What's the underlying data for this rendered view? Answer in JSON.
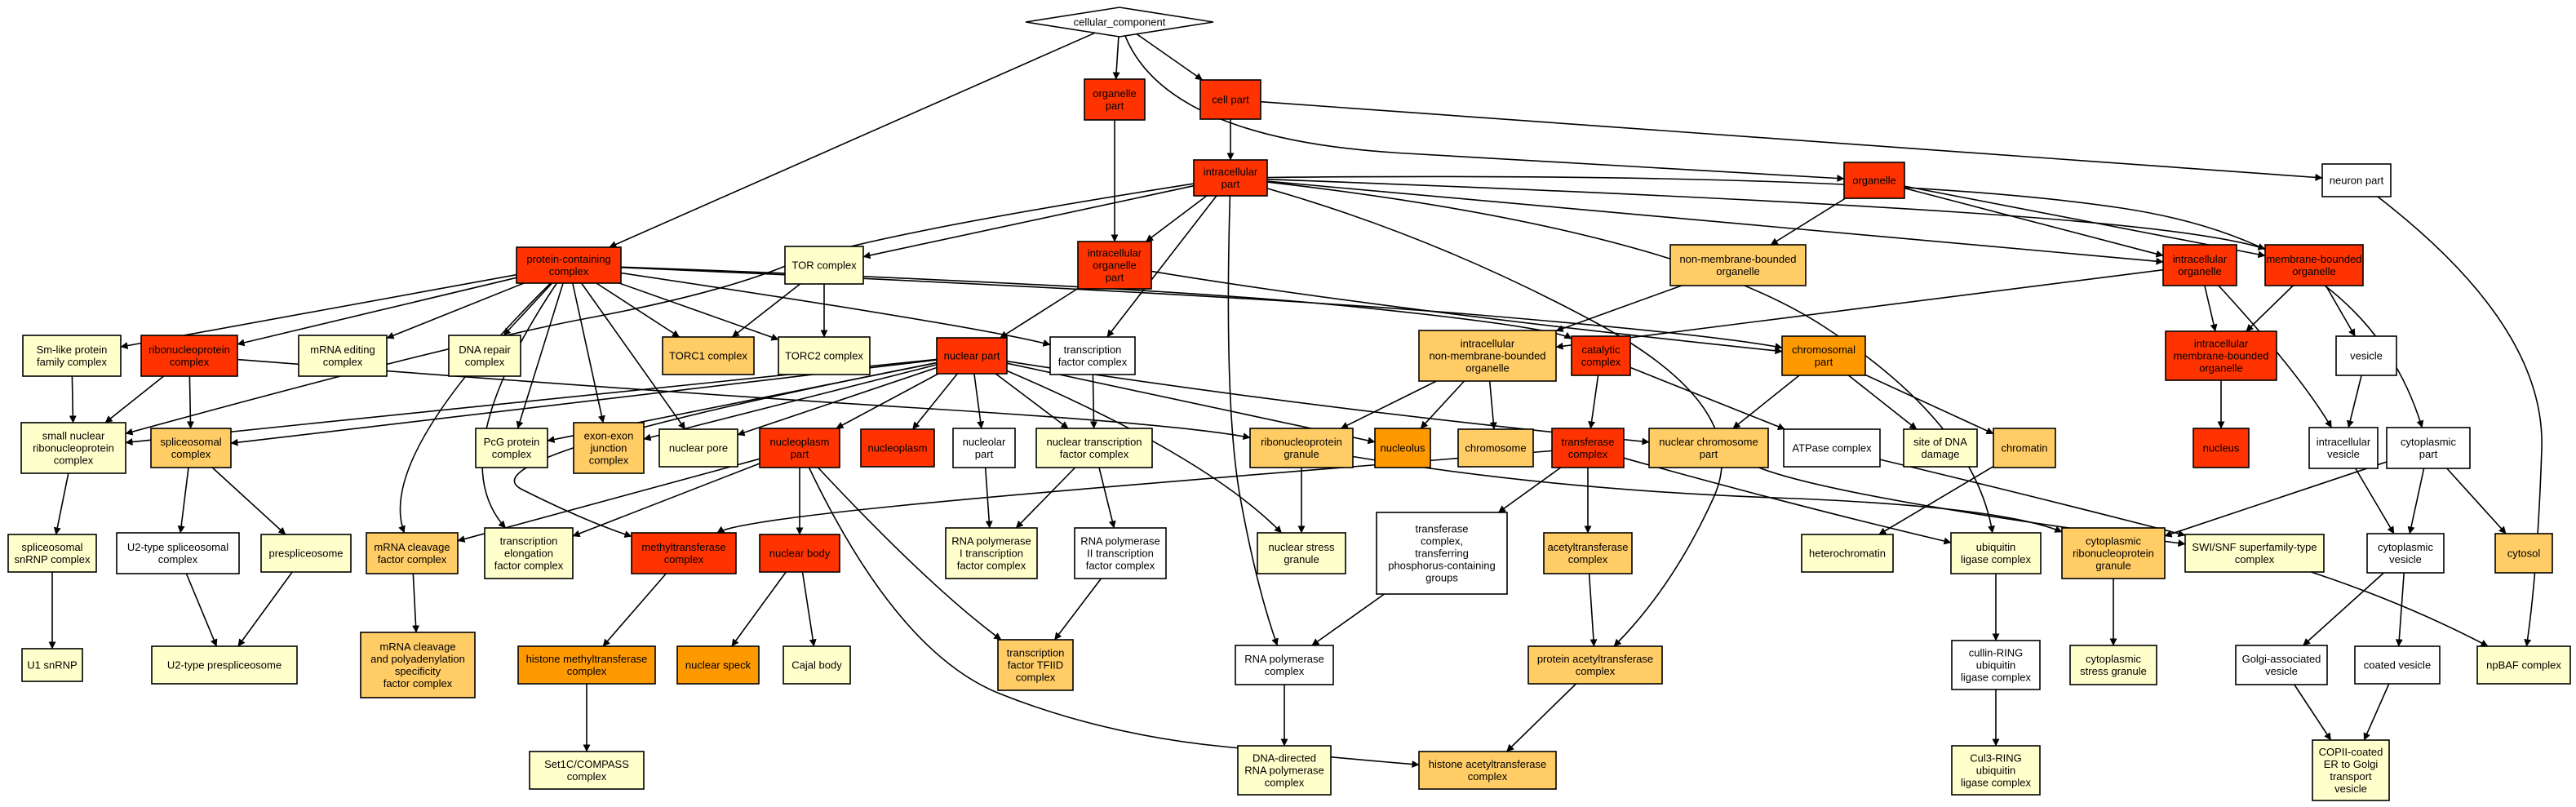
{
  "colors": {
    "red": "#ff3300",
    "orange": "#ff9900",
    "light_orange": "#ffcc66",
    "pale_yellow": "#ffffcc",
    "white": "#ffffff",
    "edge": "#000000"
  },
  "nodes": [
    {
      "id": "cellular_component",
      "lines": [
        "cellular_component"
      ],
      "shape": "diamond",
      "color": "white"
    },
    {
      "id": "organelle_part",
      "lines": [
        "organelle",
        "part"
      ],
      "color": "red"
    },
    {
      "id": "cell_part",
      "lines": [
        "cell part"
      ],
      "color": "red"
    },
    {
      "id": "intracellular_part",
      "lines": [
        "intracellular",
        "part"
      ],
      "color": "red"
    },
    {
      "id": "organelle",
      "lines": [
        "organelle"
      ],
      "color": "red"
    },
    {
      "id": "neuron_part",
      "lines": [
        "neuron part"
      ],
      "color": "white"
    },
    {
      "id": "protein_containing_complex",
      "lines": [
        "protein-containing",
        "complex"
      ],
      "color": "red"
    },
    {
      "id": "tor_complex",
      "lines": [
        "TOR complex"
      ],
      "color": "pale_yellow"
    },
    {
      "id": "intracellular_organelle_part",
      "lines": [
        "intracellular",
        "organelle",
        "part"
      ],
      "color": "red"
    },
    {
      "id": "non_membrane_bounded_organelle",
      "lines": [
        "non-membrane-bounded",
        "organelle"
      ],
      "color": "light_orange"
    },
    {
      "id": "intracellular_organelle",
      "lines": [
        "intracellular",
        "organelle"
      ],
      "color": "red"
    },
    {
      "id": "membrane_bounded_organelle",
      "lines": [
        "membrane-bounded",
        "organelle"
      ],
      "color": "red"
    },
    {
      "id": "sm_like",
      "lines": [
        "Sm-like protein",
        "family complex"
      ],
      "color": "pale_yellow"
    },
    {
      "id": "ribonucleoprotein_complex",
      "lines": [
        "ribonucleoprotein",
        "complex"
      ],
      "color": "red"
    },
    {
      "id": "mrna_editing",
      "lines": [
        "mRNA editing",
        "complex"
      ],
      "color": "pale_yellow"
    },
    {
      "id": "dna_repair",
      "lines": [
        "DNA repair",
        "complex"
      ],
      "color": "pale_yellow"
    },
    {
      "id": "torc1",
      "lines": [
        "TORC1 complex"
      ],
      "color": "light_orange"
    },
    {
      "id": "torc2",
      "lines": [
        "TORC2 complex"
      ],
      "color": "pale_yellow"
    },
    {
      "id": "nuclear_part",
      "lines": [
        "nuclear part"
      ],
      "color": "red"
    },
    {
      "id": "transcription_factor_complex",
      "lines": [
        "transcription",
        "factor complex"
      ],
      "color": "white"
    },
    {
      "id": "intracellular_nmbo",
      "lines": [
        "intracellular",
        "non-membrane-bounded",
        "organelle"
      ],
      "color": "light_orange"
    },
    {
      "id": "catalytic_complex",
      "lines": [
        "catalytic",
        "complex"
      ],
      "color": "red"
    },
    {
      "id": "chromosomal_part",
      "lines": [
        "chromosomal",
        "part"
      ],
      "color": "orange"
    },
    {
      "id": "intracellular_mbo",
      "lines": [
        "intracellular",
        "membrane-bounded",
        "organelle"
      ],
      "color": "red"
    },
    {
      "id": "vesicle",
      "lines": [
        "vesicle"
      ],
      "color": "white"
    },
    {
      "id": "small_nuclear_rnp",
      "lines": [
        "small nuclear",
        "ribonucleoprotein",
        "complex"
      ],
      "color": "pale_yellow"
    },
    {
      "id": "spliceosomal_complex",
      "lines": [
        "spliceosomal",
        "complex"
      ],
      "color": "light_orange"
    },
    {
      "id": "pcg_protein",
      "lines": [
        "PcG protein",
        "complex"
      ],
      "color": "pale_yellow"
    },
    {
      "id": "exon_exon_junction",
      "lines": [
        "exon-exon",
        "junction",
        "complex"
      ],
      "color": "light_orange"
    },
    {
      "id": "nuclear_pore",
      "lines": [
        "nuclear pore"
      ],
      "color": "pale_yellow"
    },
    {
      "id": "nucleoplasm_part",
      "lines": [
        "nucleoplasm",
        "part"
      ],
      "color": "red"
    },
    {
      "id": "nucleoplasm",
      "lines": [
        "nucleoplasm"
      ],
      "color": "red"
    },
    {
      "id": "nucleolar_part",
      "lines": [
        "nucleolar",
        "part"
      ],
      "color": "white"
    },
    {
      "id": "nuclear_tf_complex",
      "lines": [
        "nuclear transcription",
        "factor complex"
      ],
      "color": "pale_yellow"
    },
    {
      "id": "ribonucleoprotein_granule",
      "lines": [
        "ribonucleoprotein",
        "granule"
      ],
      "color": "light_orange"
    },
    {
      "id": "nucleolus",
      "lines": [
        "nucleolus"
      ],
      "color": "orange"
    },
    {
      "id": "chromosome",
      "lines": [
        "chromosome"
      ],
      "color": "light_orange"
    },
    {
      "id": "transferase_complex",
      "lines": [
        "transferase",
        "complex"
      ],
      "color": "red"
    },
    {
      "id": "nuclear_chromosome_part",
      "lines": [
        "nuclear chromosome",
        "part"
      ],
      "color": "light_orange"
    },
    {
      "id": "atpase_complex",
      "lines": [
        "ATPase complex"
      ],
      "color": "white"
    },
    {
      "id": "site_of_dna_damage",
      "lines": [
        "site of DNA",
        "damage"
      ],
      "color": "pale_yellow"
    },
    {
      "id": "chromatin",
      "lines": [
        "chromatin"
      ],
      "color": "light_orange"
    },
    {
      "id": "nucleus",
      "lines": [
        "nucleus"
      ],
      "color": "red"
    },
    {
      "id": "intracellular_vesicle",
      "lines": [
        "intracellular",
        "vesicle"
      ],
      "color": "white"
    },
    {
      "id": "cytoplasmic_part",
      "lines": [
        "cytoplasmic",
        "part"
      ],
      "color": "white"
    },
    {
      "id": "spliceosomal_snrnp",
      "lines": [
        "spliceosomal",
        "snRNP complex"
      ],
      "color": "pale_yellow"
    },
    {
      "id": "u2_spliceosomal",
      "lines": [
        "U2-type spliceosomal",
        "complex"
      ],
      "color": "white"
    },
    {
      "id": "prespliceosome",
      "lines": [
        "prespliceosome"
      ],
      "color": "pale_yellow"
    },
    {
      "id": "mrna_cleavage_factor",
      "lines": [
        "mRNA cleavage",
        "factor complex"
      ],
      "color": "light_orange"
    },
    {
      "id": "transcription_elongation",
      "lines": [
        "transcription",
        "elongation",
        "factor complex"
      ],
      "color": "pale_yellow"
    },
    {
      "id": "methyltransferase_complex",
      "lines": [
        "methyltransferase",
        "complex"
      ],
      "color": "red"
    },
    {
      "id": "nuclear_body",
      "lines": [
        "nuclear body"
      ],
      "color": "red"
    },
    {
      "id": "rna_pol_i",
      "lines": [
        "RNA polymerase",
        "I transcription",
        "factor complex"
      ],
      "color": "pale_yellow"
    },
    {
      "id": "rna_pol_ii",
      "lines": [
        "RNA polymerase",
        "II transcription",
        "factor complex"
      ],
      "color": "white"
    },
    {
      "id": "nuclear_stress_granule",
      "lines": [
        "nuclear stress",
        "granule"
      ],
      "color": "pale_yellow"
    },
    {
      "id": "transferase_phospho",
      "lines": [
        "transferase",
        "complex,",
        "transferring",
        "phosphorus-containing",
        "groups"
      ],
      "color": "white"
    },
    {
      "id": "acetyltransferase_complex",
      "lines": [
        "acetyltransferase",
        "complex"
      ],
      "color": "light_orange"
    },
    {
      "id": "heterochromatin",
      "lines": [
        "heterochromatin"
      ],
      "color": "pale_yellow"
    },
    {
      "id": "ubiquitin_ligase",
      "lines": [
        "ubiquitin",
        "ligase complex"
      ],
      "color": "pale_yellow"
    },
    {
      "id": "cytoplasmic_rnp_granule",
      "lines": [
        "cytoplasmic",
        "ribonucleoprotein",
        "granule"
      ],
      "color": "light_orange"
    },
    {
      "id": "swi_snf",
      "lines": [
        "SWI/SNF superfamily-type",
        "complex"
      ],
      "color": "pale_yellow"
    },
    {
      "id": "cytoplasmic_vesicle",
      "lines": [
        "cytoplasmic",
        "vesicle"
      ],
      "color": "white"
    },
    {
      "id": "cytosol",
      "lines": [
        "cytosol"
      ],
      "color": "light_orange"
    },
    {
      "id": "u1_snrnp",
      "lines": [
        "U1 snRNP"
      ],
      "color": "pale_yellow"
    },
    {
      "id": "u2_prespliceosome",
      "lines": [
        "U2-type prespliceosome"
      ],
      "color": "pale_yellow"
    },
    {
      "id": "mrna_cleavage_polyadenylation",
      "lines": [
        "mRNA cleavage",
        "and polyadenylation",
        "specificity",
        "factor complex"
      ],
      "color": "light_orange"
    },
    {
      "id": "histone_methyltransferase",
      "lines": [
        "histone methyltransferase",
        "complex"
      ],
      "color": "orange"
    },
    {
      "id": "nuclear_speck",
      "lines": [
        "nuclear speck"
      ],
      "color": "orange"
    },
    {
      "id": "cajal_body",
      "lines": [
        "Cajal body"
      ],
      "color": "pale_yellow"
    },
    {
      "id": "tfiid",
      "lines": [
        "transcription",
        "factor TFIID",
        "complex"
      ],
      "color": "light_orange"
    },
    {
      "id": "rna_polymerase_complex",
      "lines": [
        "RNA polymerase",
        "complex"
      ],
      "color": "white"
    },
    {
      "id": "protein_acetyltransferase",
      "lines": [
        "protein acetyltransferase",
        "complex"
      ],
      "color": "light_orange"
    },
    {
      "id": "cullin_ring",
      "lines": [
        "cullin-RING",
        "ubiquitin",
        "ligase complex"
      ],
      "color": "white"
    },
    {
      "id": "cytoplasmic_stress_granule",
      "lines": [
        "cytoplasmic",
        "stress granule"
      ],
      "color": "pale_yellow"
    },
    {
      "id": "golgi_associated_vesicle",
      "lines": [
        "Golgi-associated",
        "vesicle"
      ],
      "color": "white"
    },
    {
      "id": "coated_vesicle",
      "lines": [
        "coated vesicle"
      ],
      "color": "white"
    },
    {
      "id": "npbaf",
      "lines": [
        "npBAF complex"
      ],
      "color": "pale_yellow"
    },
    {
      "id": "set1c",
      "lines": [
        "Set1C/COMPASS",
        "complex"
      ],
      "color": "pale_yellow"
    },
    {
      "id": "dna_directed_rna_pol",
      "lines": [
        "DNA-directed",
        "RNA polymerase",
        "complex"
      ],
      "color": "pale_yellow"
    },
    {
      "id": "histone_acetyltransferase",
      "lines": [
        "histone acetyltransferase",
        "complex"
      ],
      "color": "light_orange"
    },
    {
      "id": "cul3_ring",
      "lines": [
        "Cul3-RING",
        "ubiquitin",
        "ligase complex"
      ],
      "color": "pale_yellow"
    },
    {
      "id": "copii_coated",
      "lines": [
        "COPII-coated",
        "ER to Golgi",
        "transport",
        "vesicle"
      ],
      "color": "pale_yellow"
    }
  ],
  "edges": [
    [
      "cellular_component",
      "organelle_part"
    ],
    [
      "cellular_component",
      "cell_part"
    ],
    [
      "cellular_component",
      "protein_containing_complex"
    ],
    [
      "cellular_component",
      "organelle"
    ],
    [
      "cell_part",
      "intracellular_part"
    ],
    [
      "cell_part",
      "neuron_part"
    ],
    [
      "organelle_part",
      "intracellular_organelle_part"
    ],
    [
      "intracellular_part",
      "intracellular_organelle_part"
    ],
    [
      "intracellular_part",
      "tor_complex"
    ],
    [
      "intracellular_part",
      "intracellular_organelle"
    ],
    [
      "intracellular_part",
      "transcription_factor_complex"
    ],
    [
      "intracellular_part",
      "membrane_bounded_organelle"
    ],
    [
      "intracellular_part",
      "cytoplasmic_part"
    ],
    [
      "intracellular_part",
      "rna_polymerase_complex"
    ],
    [
      "intracellular_part",
      "small_nuclear_rnp"
    ],
    [
      "intracellular_part",
      "ubiquitin_ligase"
    ],
    [
      "intracellular_part",
      "protein_acetyltransferase"
    ],
    [
      "organelle",
      "non_membrane_bounded_organelle"
    ],
    [
      "organelle",
      "intracellular_organelle"
    ],
    [
      "organelle",
      "membrane_bounded_organelle"
    ],
    [
      "neuron_part",
      "npbaf"
    ],
    [
      "protein_containing_complex",
      "sm_like"
    ],
    [
      "protein_containing_complex",
      "ribonucleoprotein_complex"
    ],
    [
      "protein_containing_complex",
      "mrna_editing"
    ],
    [
      "protein_containing_complex",
      "dna_repair"
    ],
    [
      "protein_containing_complex",
      "torc1"
    ],
    [
      "protein_containing_complex",
      "torc2"
    ],
    [
      "protein_containing_complex",
      "pcg_protein"
    ],
    [
      "protein_containing_complex",
      "exon_exon_junction"
    ],
    [
      "protein_containing_complex",
      "nuclear_pore"
    ],
    [
      "protein_containing_complex",
      "catalytic_complex"
    ],
    [
      "protein_containing_complex",
      "mrna_cleavage_factor"
    ],
    [
      "protein_containing_complex",
      "transcription_elongation"
    ],
    [
      "protein_containing_complex",
      "transcription_factor_complex"
    ],
    [
      "protein_containing_complex",
      "chromosomal_part"
    ],
    [
      "tor_complex",
      "torc1"
    ],
    [
      "tor_complex",
      "torc2"
    ],
    [
      "intracellular_organelle_part",
      "nuclear_part"
    ],
    [
      "intracellular_organelle_part",
      "chromosomal_part"
    ],
    [
      "non_membrane_bounded_organelle",
      "intracellular_nmbo"
    ],
    [
      "intracellular_organelle",
      "intracellular_nmbo"
    ],
    [
      "intracellular_organelle",
      "intracellular_mbo"
    ],
    [
      "membrane_bounded_organelle",
      "intracellular_mbo"
    ],
    [
      "membrane_bounded_organelle",
      "vesicle"
    ],
    [
      "intracellular_mbo",
      "nucleus"
    ],
    [
      "vesicle",
      "intracellular_vesicle"
    ],
    [
      "intracellular_organelle",
      "intracellular_vesicle"
    ],
    [
      "sm_like",
      "small_nuclear_rnp"
    ],
    [
      "ribonucleoprotein_complex",
      "small_nuclear_rnp"
    ],
    [
      "ribonucleoprotein_complex",
      "spliceosomal_complex"
    ],
    [
      "ribonucleoprotein_complex",
      "ribonucleoprotein_granule"
    ],
    [
      "small_nuclear_rnp",
      "spliceosomal_snrnp"
    ],
    [
      "spliceosomal_snrnp",
      "u1_snrnp"
    ],
    [
      "spliceosomal_complex",
      "u2_spliceosomal"
    ],
    [
      "spliceosomal_complex",
      "prespliceosome"
    ],
    [
      "u2_spliceosomal",
      "u2_prespliceosome"
    ],
    [
      "prespliceosome",
      "u2_prespliceosome"
    ],
    [
      "nuclear_part",
      "small_nuclear_rnp"
    ],
    [
      "nuclear_part",
      "spliceosomal_complex"
    ],
    [
      "nuclear_part",
      "pcg_protein"
    ],
    [
      "nuclear_part",
      "exon_exon_junction"
    ],
    [
      "nuclear_part",
      "nuclear_pore"
    ],
    [
      "nuclear_part",
      "nucleoplasm_part"
    ],
    [
      "nuclear_part",
      "nucleoplasm"
    ],
    [
      "nuclear_part",
      "nucleolar_part"
    ],
    [
      "nuclear_part",
      "nuclear_tf_complex"
    ],
    [
      "nuclear_part",
      "nucleolus"
    ],
    [
      "nuclear_part",
      "nuclear_chromosome_part"
    ],
    [
      "nuclear_part",
      "nuclear_stress_granule"
    ],
    [
      "nuclear_part",
      "methyltransferase_complex"
    ],
    [
      "transcription_factor_complex",
      "nuclear_tf_complex"
    ],
    [
      "intracellular_nmbo",
      "ribonucleoprotein_granule"
    ],
    [
      "intracellular_nmbo",
      "nucleolus"
    ],
    [
      "intracellular_nmbo",
      "chromosome"
    ],
    [
      "catalytic_complex",
      "transferase_complex"
    ],
    [
      "catalytic_complex",
      "atpase_complex"
    ],
    [
      "chromosomal_part",
      "nuclear_chromosome_part"
    ],
    [
      "chromosomal_part",
      "site_of_dna_damage"
    ],
    [
      "chromosomal_part",
      "chromatin"
    ],
    [
      "chromatin",
      "heterochromatin"
    ],
    [
      "nucleoplasm_part",
      "mrna_cleavage_factor"
    ],
    [
      "nucleoplasm_part",
      "transcription_elongation"
    ],
    [
      "nucleoplasm_part",
      "nuclear_body"
    ],
    [
      "nucleoplasm_part",
      "tfiid"
    ],
    [
      "nucleoplasm_part",
      "histone_acetyltransferase"
    ],
    [
      "nucleolar_part",
      "rna_pol_i"
    ],
    [
      "nuclear_tf_complex",
      "rna_pol_i"
    ],
    [
      "nuclear_tf_complex",
      "rna_pol_ii"
    ],
    [
      "rna_pol_ii",
      "tfiid"
    ],
    [
      "ribonucleoprotein_granule",
      "nuclear_stress_granule"
    ],
    [
      "ribonucleoprotein_granule",
      "cytoplasmic_rnp_granule"
    ],
    [
      "transferase_complex",
      "methyltransferase_complex"
    ],
    [
      "transferase_complex",
      "transferase_phospho"
    ],
    [
      "transferase_complex",
      "acetyltransferase_complex"
    ],
    [
      "transferase_complex",
      "ubiquitin_ligase"
    ],
    [
      "transferase_phospho",
      "rna_polymerase_complex"
    ],
    [
      "acetyltransferase_complex",
      "protein_acetyltransferase"
    ],
    [
      "protein_acetyltransferase",
      "histone_acetyltransferase"
    ],
    [
      "nuclear_chromosome_part",
      "swi_snf"
    ],
    [
      "atpase_complex",
      "swi_snf"
    ],
    [
      "methyltransferase_complex",
      "histone_methyltransferase"
    ],
    [
      "histone_methyltransferase",
      "set1c"
    ],
    [
      "nuclear_body",
      "nuclear_speck"
    ],
    [
      "nuclear_body",
      "cajal_body"
    ],
    [
      "mrna_cleavage_factor",
      "mrna_cleavage_polyadenylation"
    ],
    [
      "rna_polymerase_complex",
      "dna_directed_rna_pol"
    ],
    [
      "ubiquitin_ligase",
      "cullin_ring"
    ],
    [
      "cullin_ring",
      "cul3_ring"
    ],
    [
      "cytoplasmic_rnp_granule",
      "cytoplasmic_stress_granule"
    ],
    [
      "cytoplasmic_part",
      "cytoplasmic_rnp_granule"
    ],
    [
      "cytoplasmic_part",
      "cytoplasmic_vesicle"
    ],
    [
      "cytoplasmic_part",
      "cytosol"
    ],
    [
      "intracellular_vesicle",
      "cytoplasmic_vesicle"
    ],
    [
      "cytoplasmic_vesicle",
      "golgi_associated_vesicle"
    ],
    [
      "cytoplasmic_vesicle",
      "coated_vesicle"
    ],
    [
      "golgi_associated_vesicle",
      "copii_coated"
    ],
    [
      "coated_vesicle",
      "copii_coated"
    ],
    [
      "swi_snf",
      "npbaf"
    ]
  ]
}
